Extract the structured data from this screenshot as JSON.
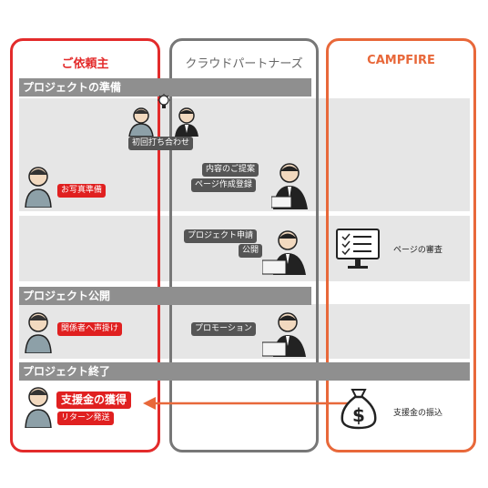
{
  "columns": {
    "client": "ご依頼主",
    "partner": "クラウドパートナーズ",
    "campfire": "CAMPFIRE"
  },
  "phases": {
    "prep": "プロジェクトの準備",
    "publish": "プロジェクト公開",
    "end": "プロジェクト終了"
  },
  "labels": {
    "first_meeting": "初回打ち合わせ",
    "photo_prep": "お写真準備",
    "content_proposal": "内容のご提案",
    "page_create": "ページ作成登録",
    "apply": "プロジェクト申請",
    "publish_tag": "公開",
    "page_review": "ページの審査",
    "stakeholders": "関係者へ声掛け",
    "promotion": "プロモーション",
    "get_support": "支援金の獲得",
    "reward_ship": "リターン発送",
    "transfer": "支援金の振込"
  },
  "colors": {
    "client": "#e32b2b",
    "partner": "#777777",
    "campfire": "#e8683a",
    "phase_bar": "#8f8f8f",
    "band": "#e6e6e6"
  }
}
